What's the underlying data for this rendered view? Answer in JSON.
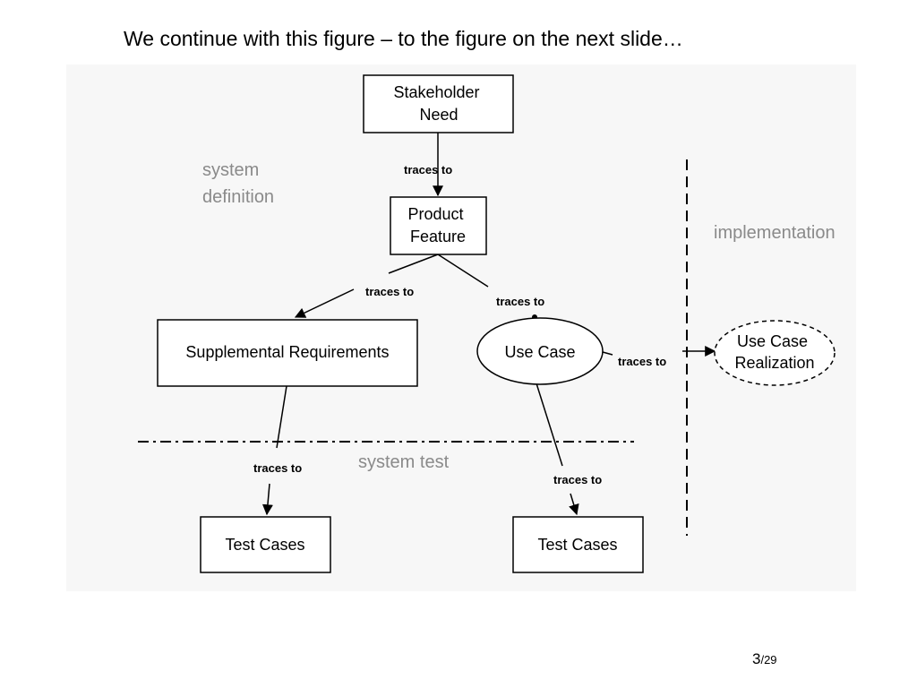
{
  "slide": {
    "title": "We continue with this figure – to the figure on the next slide…",
    "page_current": "3",
    "page_total": "/29"
  },
  "diagram": {
    "nodes": {
      "stakeholder_need": [
        "Stakeholder",
        "Need"
      ],
      "product_feature": [
        "Product",
        "Feature"
      ],
      "supplemental_requirements": [
        "Supplemental Requirements"
      ],
      "use_case": [
        "Use Case"
      ],
      "use_case_realization": [
        "Use Case",
        "Realization"
      ],
      "test_cases_left": [
        "Test Cases"
      ],
      "test_cases_right": [
        "Test Cases"
      ]
    },
    "edge_label": "traces to",
    "regions": {
      "system_definition": [
        "system",
        "definition"
      ],
      "implementation": "implementation",
      "system_test": "system test"
    }
  }
}
